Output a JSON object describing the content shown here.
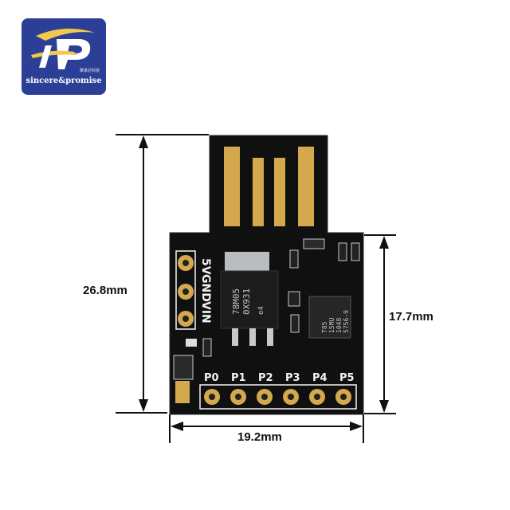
{
  "logo": {
    "brand_text": "sincere&promise",
    "chinese_text": "擎承达科技",
    "colors": {
      "background": "#2c3f96",
      "swoosh": "#f2c94c"
    }
  },
  "dimensions": {
    "height_total": "26.8mm",
    "height_board": "17.7mm",
    "width": "19.2mm"
  },
  "board": {
    "power_labels": [
      "5V",
      "GND",
      "VIN"
    ],
    "pin_labels": [
      "P0",
      "P1",
      "P2",
      "P3",
      "P4",
      "P5"
    ],
    "regulator_text": [
      "78M05",
      "0X931",
      "e4"
    ],
    "mcu_text": [
      "T85",
      "15MU",
      "1048",
      "5756-9"
    ],
    "colors": {
      "pcb": "#101010",
      "gold": "#d4a84c",
      "silk": "#f4f4f4"
    }
  }
}
